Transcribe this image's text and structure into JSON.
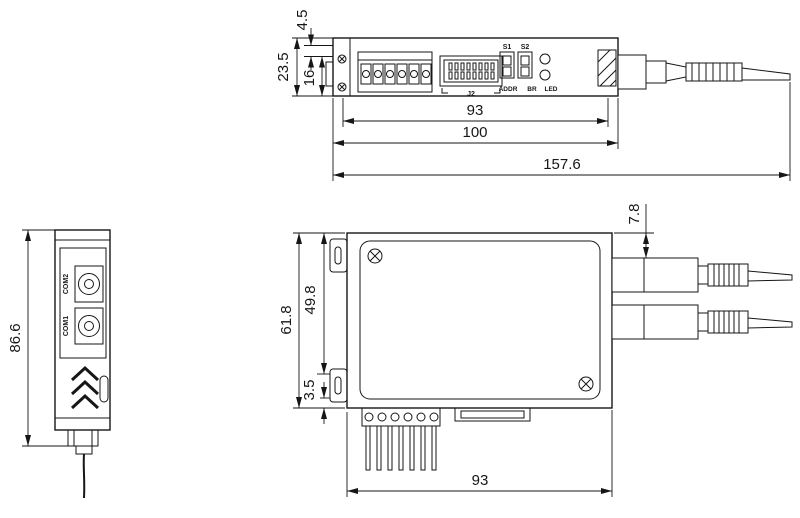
{
  "top_view": {
    "switch1_label": "S1",
    "switch2_label": "S2",
    "connector_label": "J2",
    "addr_label": "ADDR",
    "br_label": "BR",
    "led_label": "LED",
    "dims": {
      "ear_offset": "4.5",
      "total_height": "23.5",
      "terminal_height": "16",
      "inner_width": "93",
      "body_width": "100",
      "total_length": "157.6"
    }
  },
  "side_view": {
    "com2_label": "COM2",
    "com1_label": "COM1",
    "dims": {
      "total_height": "86.6"
    }
  },
  "front_view": {
    "dims": {
      "connector_offset": "7.8",
      "total_height": "61.8",
      "upper_height": "49.8",
      "bottom_offset": "3.5",
      "body_width": "93"
    }
  }
}
